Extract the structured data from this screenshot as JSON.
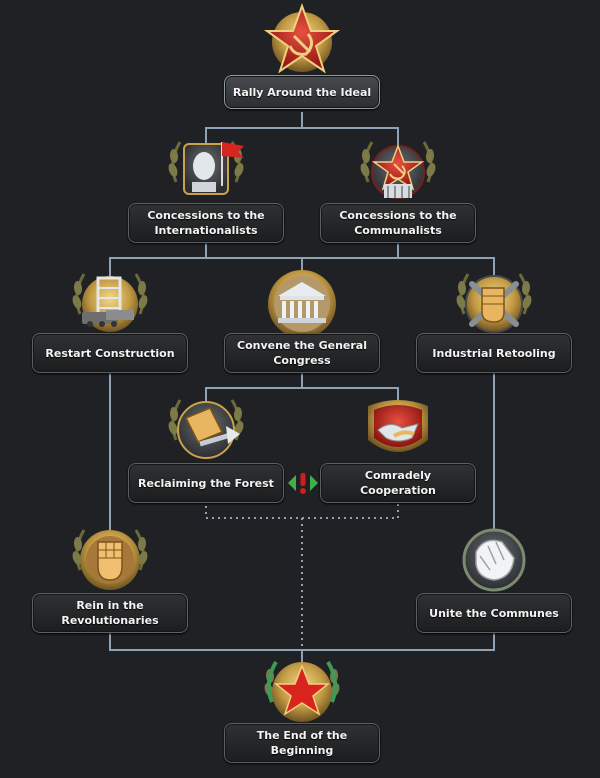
{
  "focuses": {
    "rally": {
      "label": "Rally Around the Ideal",
      "icon": "hammer-sickle-star-icon"
    },
    "internationalists": {
      "label": "Concessions to the Internationalists",
      "icon": "lion-statue-flag-icon"
    },
    "communalists": {
      "label": "Concessions to the Communalists",
      "icon": "star-building-icon"
    },
    "restart": {
      "label": "Restart Construction",
      "icon": "construction-icon"
    },
    "congress": {
      "label": "Convene the General Congress",
      "icon": "parliament-icon"
    },
    "retooling": {
      "label": "Industrial Retooling",
      "icon": "fist-wrenches-icon"
    },
    "forest": {
      "label": "Reclaiming the Forest",
      "icon": "fist-axe-icon"
    },
    "cooperation": {
      "label": "Comradely Cooperation",
      "icon": "handshake-icon"
    },
    "rein": {
      "label": "Rein in the Revolutionaries",
      "icon": "raised-fist-icon"
    },
    "communes": {
      "label": "Unite the Communes",
      "icon": "hand-grab-icon"
    },
    "end": {
      "label": "The End of the Beginning",
      "icon": "red-star-icon"
    }
  },
  "colors": {
    "line": "#8da2b5",
    "gold": "#c9a24a",
    "red": "#c0231c",
    "exclusive": "#d11d1d",
    "exclusive_arrow": "#3fb04a"
  }
}
